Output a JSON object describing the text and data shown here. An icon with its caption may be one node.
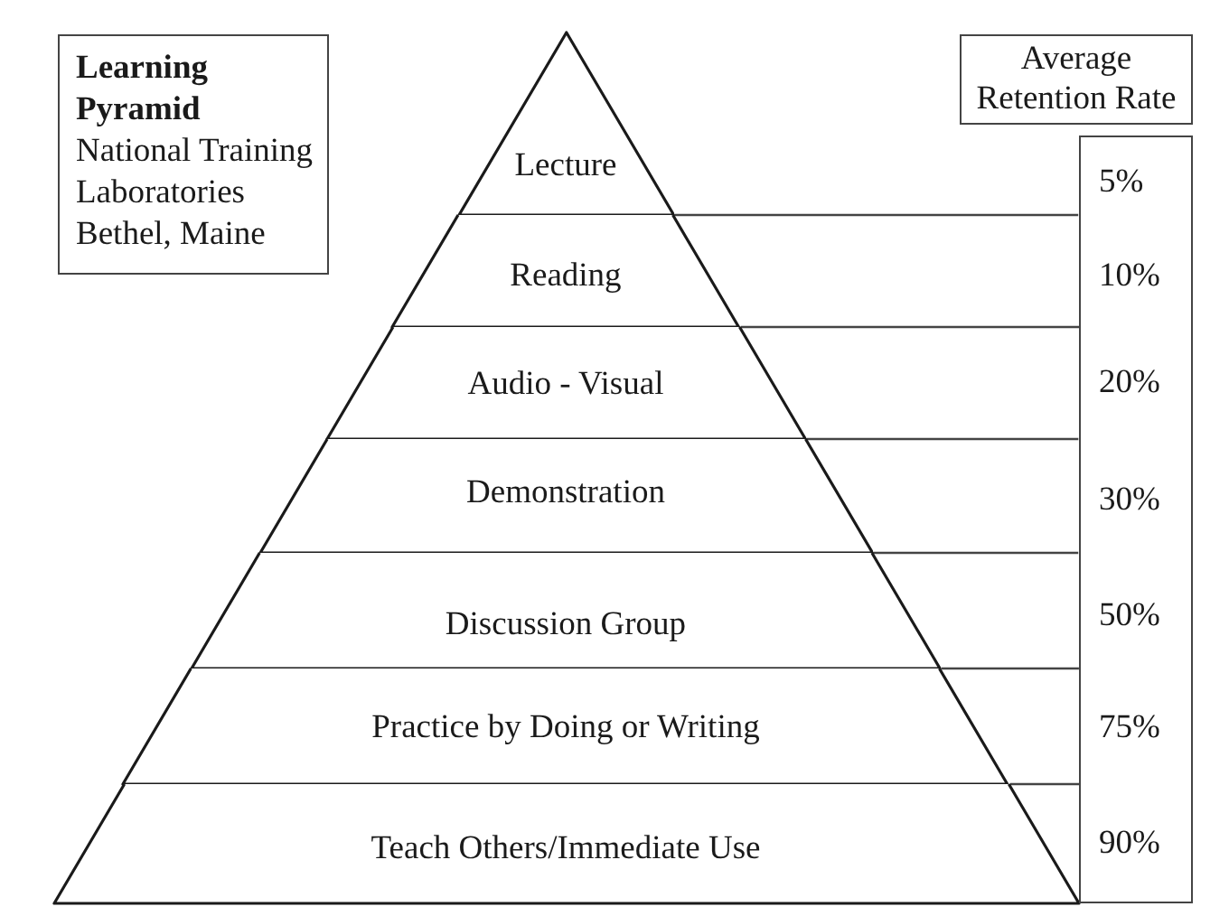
{
  "diagram": {
    "nodes": [
      {
        "text": [
          "Learning Pyramid",
          "National Training Laboratories",
          "Bethel, Maine"
        ]
      },
      {
        "text": [
          "Lecture"
        ]
      },
      {
        "text": [
          "Reading"
        ]
      },
      {
        "text": [
          "Audio - Visual"
        ]
      },
      {
        "text": [
          "Demonstration"
        ]
      },
      {
        "text": [
          "Discussion Group"
        ]
      },
      {
        "text": [
          "Practice by Doing or Writing"
        ]
      },
      {
        "text": [
          "Teach Others/Immediate Use"
        ]
      },
      {
        "text": [
          "Average Retention Rate"
        ]
      },
      {
        "text": [
          "5%",
          "10%",
          "20%",
          "30%",
          "50%",
          "75%",
          "90%"
        ]
      }
    ]
  }
}
